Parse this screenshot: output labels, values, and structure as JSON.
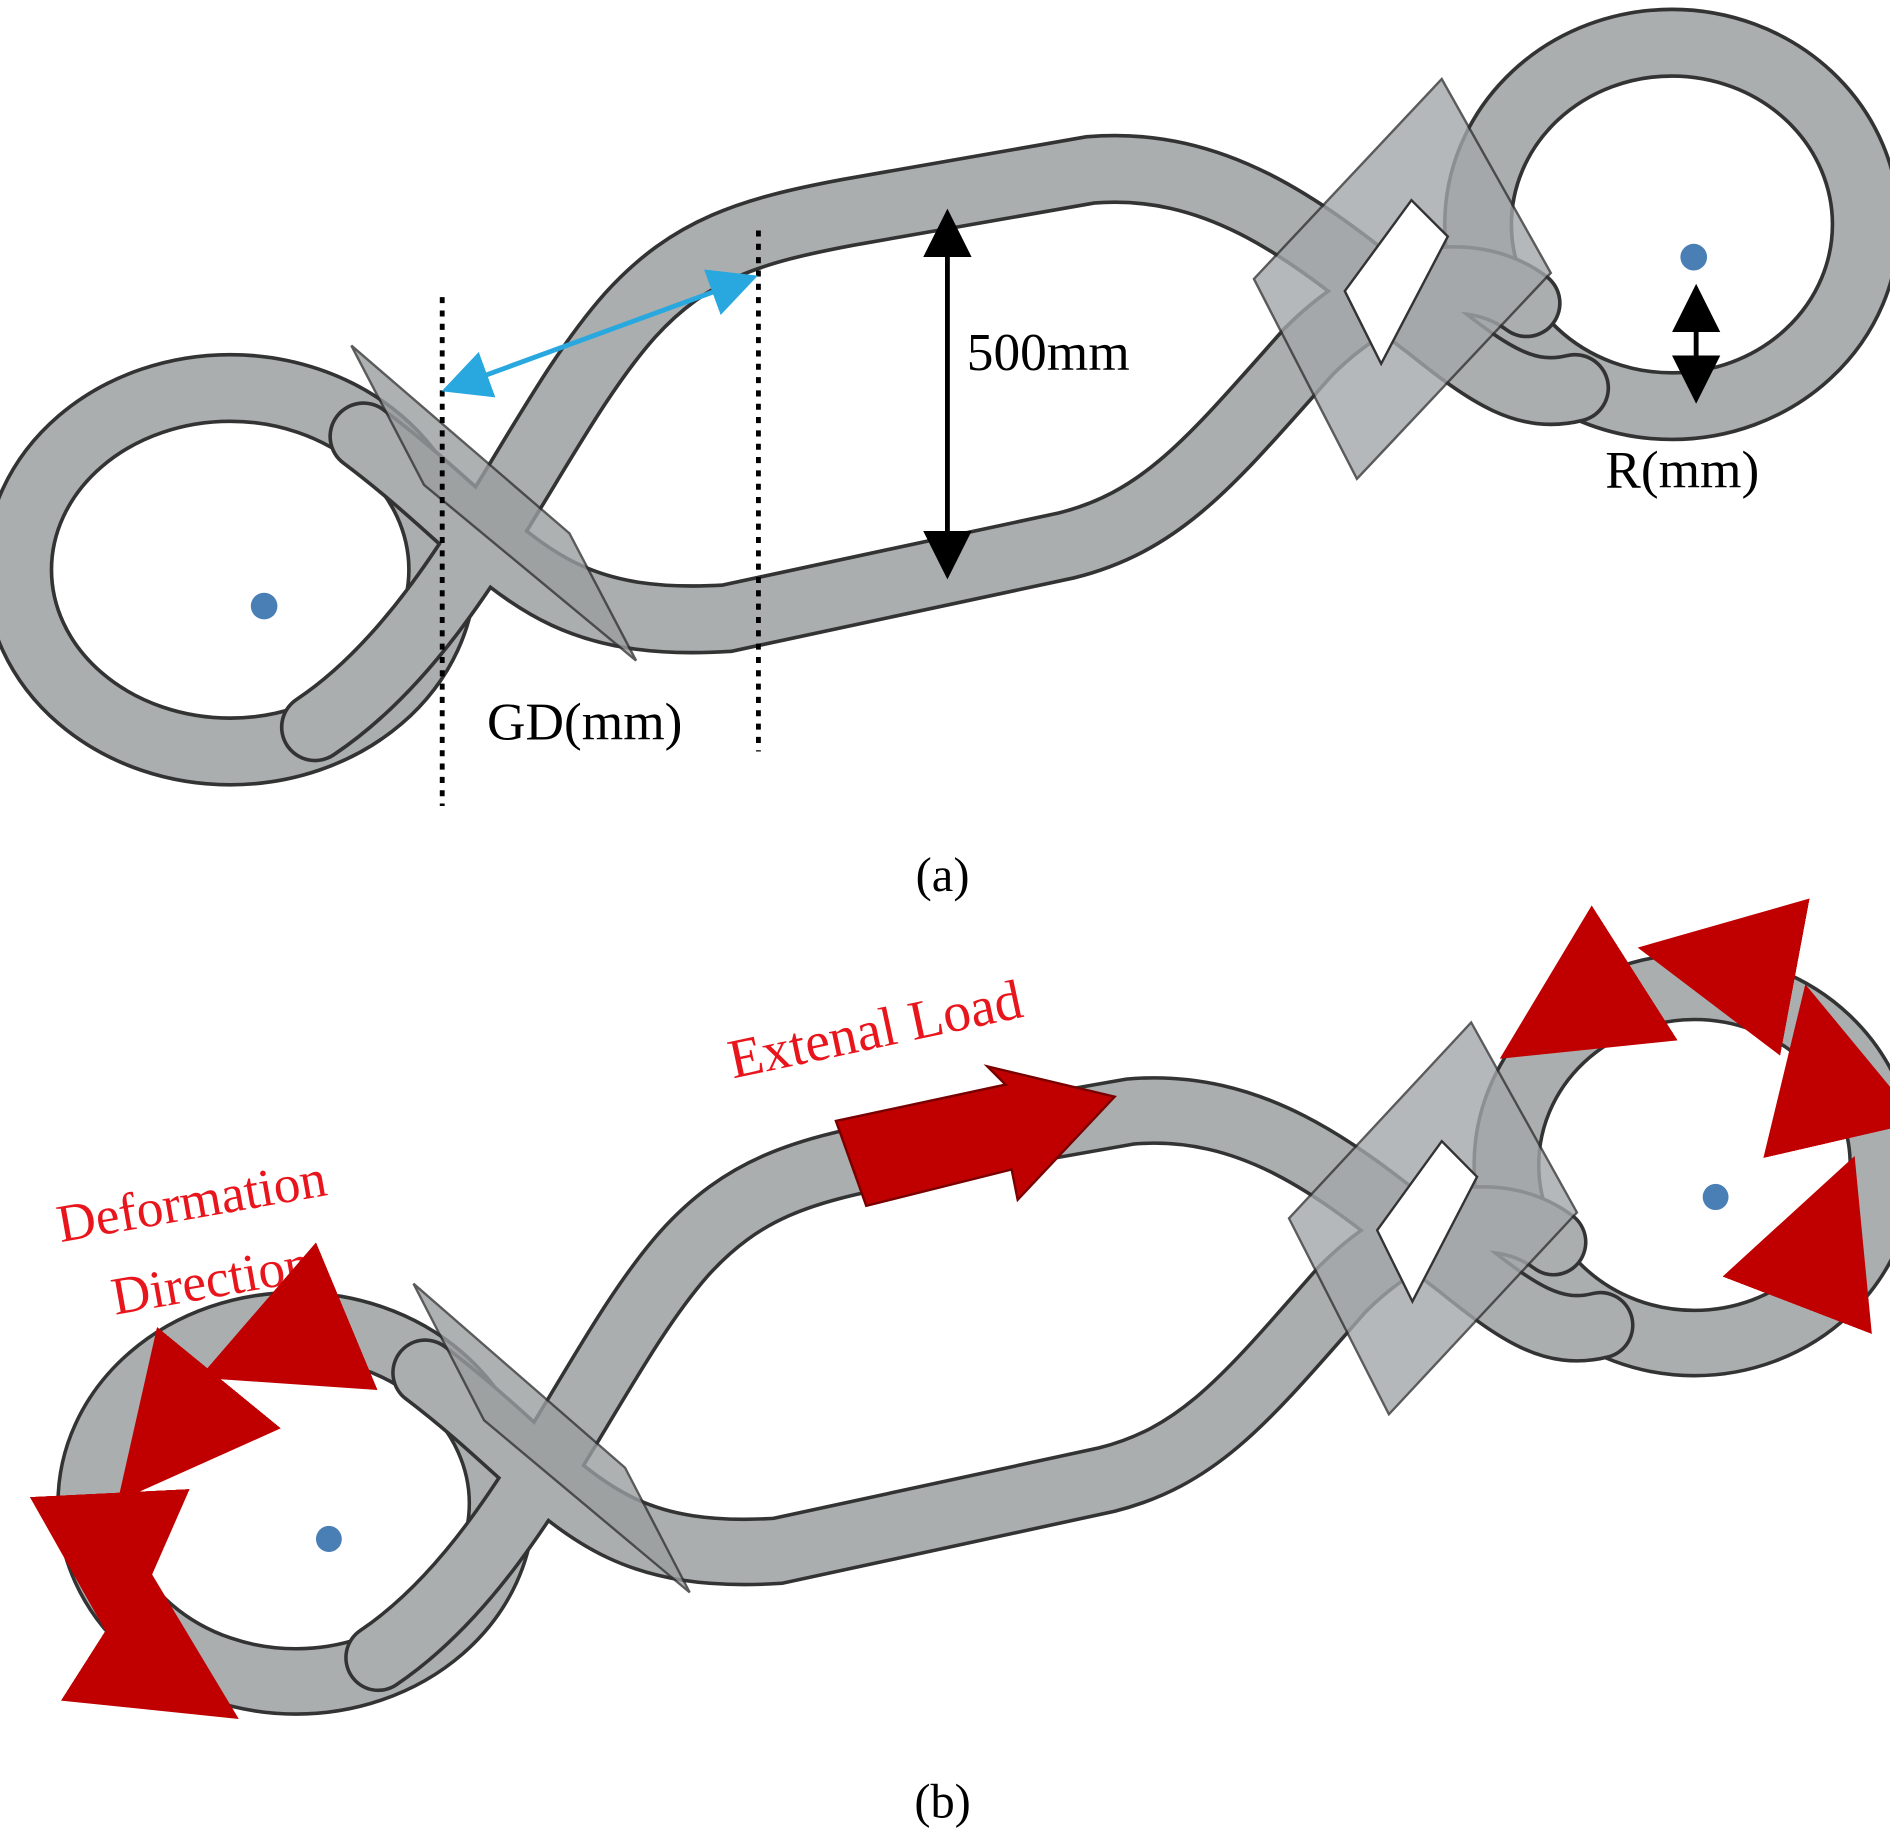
{
  "panel_a": {
    "caption": "(a)",
    "height_label": "500mm",
    "radius_label": "R(mm)",
    "gap_label": "GD(mm)"
  },
  "panel_b": {
    "caption": "(b)",
    "load_label": "Extenal Load",
    "deformation_label_line1": "Deformation",
    "deformation_label_line2": "Direction"
  },
  "colors": {
    "band": "#b4b8ba",
    "outline": "#3a3a3a",
    "dimension_arrow": "#000000",
    "gap_arrow": "#29a8e0",
    "load_arrow": "#c00000",
    "label_red": "#e8161c"
  }
}
